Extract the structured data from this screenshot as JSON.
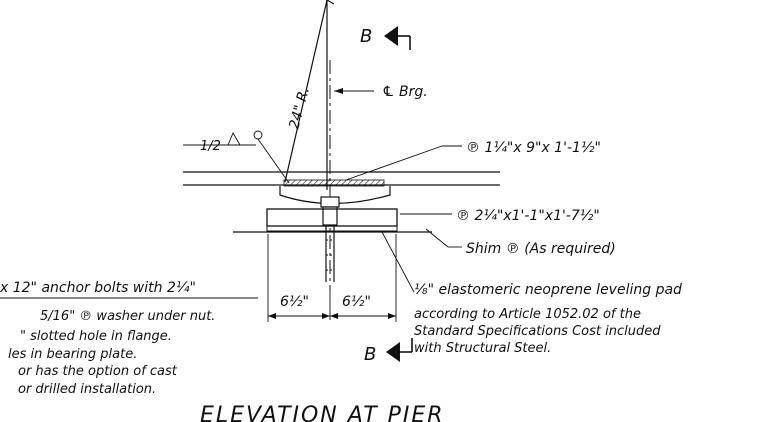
{
  "section_marks": {
    "top": "B",
    "bottom": "B"
  },
  "labels": {
    "radius": "24\" R.",
    "centerline_brg": "℄ Brg.",
    "weld": "1/2",
    "top_plate": "℗ 1¼\"x 9\"x 1'-1½\"",
    "bearing_plate": "℗ 2¼\"x1'-1\"x1'-7½\"",
    "shim": "Shim ℗ (As required)",
    "dim_left": "6½\"",
    "dim_right": "6½\""
  },
  "anchor_note": [
    "x 12\" anchor bolts with 2¼\"",
    "5/16\" ℗ washer under nut.",
    "\" slotted hole in flange.",
    "les in bearing plate.",
    "or has the option of cast",
    "or drilled installation."
  ],
  "pad_note": [
    "⅛\" elastomeric neoprene leveling pad",
    "according to Article 1052.02 of the",
    "Standard Specifications Cost included",
    "with Structural Steel."
  ],
  "title": "ELEVATION AT PIER"
}
